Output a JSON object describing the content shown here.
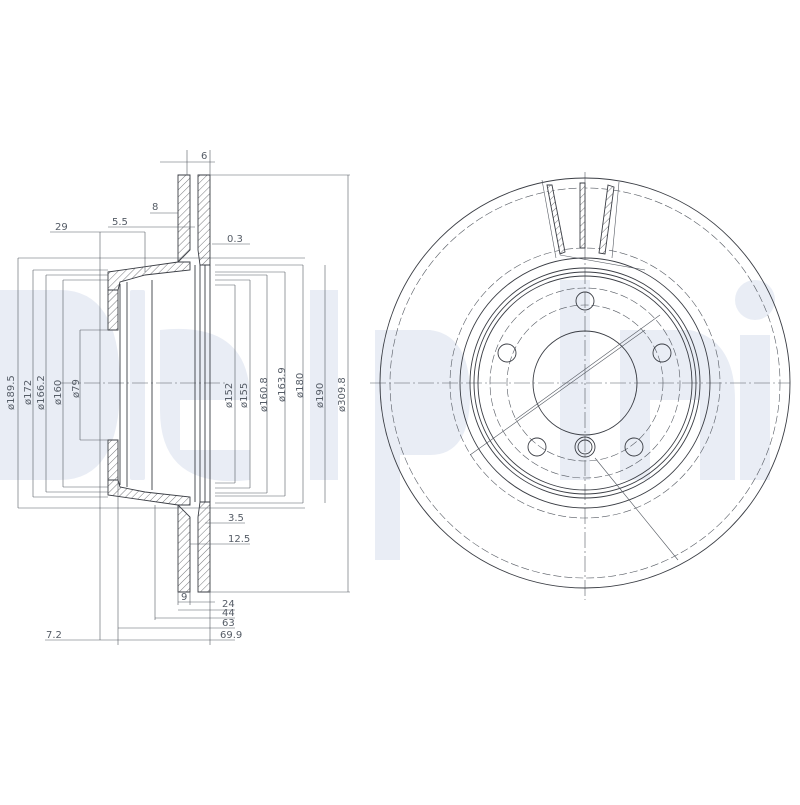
{
  "watermark": {
    "brand": "Delphi",
    "color": "#e9edf5"
  },
  "drawing": {
    "title": "Brake disc technical drawing",
    "line_color": "#3a3d44",
    "text_color": "#555c66",
    "section_view": {
      "top_dims": {
        "d6": "6",
        "d8": "8",
        "d29": "29",
        "d5_5": "5.5",
        "d0_3": "0.3"
      },
      "left_diameters": {
        "d189_5": "ø189.5",
        "d172": "ø172",
        "d166_2": "ø166.2",
        "d160": "ø160",
        "d79": "ø79"
      },
      "right_diameters": {
        "d152": "ø152",
        "d155": "ø155",
        "d160_8": "ø160.8",
        "d163_9": "ø163.9",
        "d180": "ø180",
        "d190": "ø190",
        "d309_8": "ø309.8"
      },
      "bottom_dims": {
        "d3_5": "3.5",
        "d12_5": "12.5",
        "d9": "9",
        "d24": "24",
        "d44": "44",
        "d63": "63",
        "d69_9": "69.9",
        "d7_2": "7.2"
      }
    },
    "front_view": {
      "bolt_holes": 5,
      "outer_diameter": "309.8"
    }
  }
}
